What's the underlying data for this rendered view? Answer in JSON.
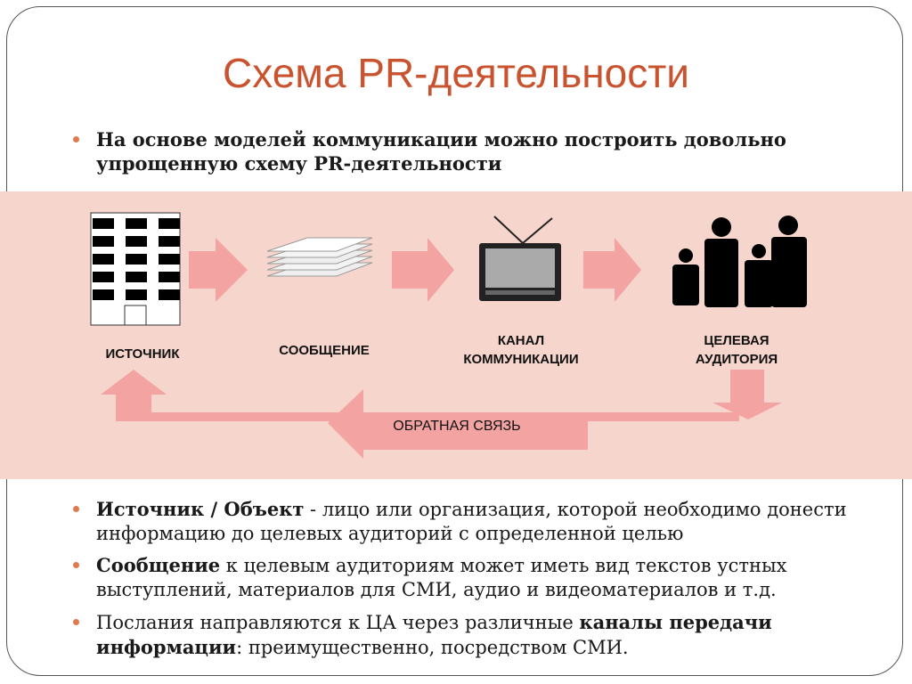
{
  "title": "Схема PR-деятельности",
  "intro": "На основе моделей коммуникации можно построить довольно упрощенную схему PR-деятельности",
  "diagram": {
    "source": "ИСТОЧНИК",
    "message": "СООБЩЕНИЕ",
    "channel_1": "КАНАЛ",
    "channel_2": "КОММУНИКАЦИИ",
    "audience_1": "ЦЕЛЕВАЯ",
    "audience_2": "АУДИТОРИЯ",
    "feedback": "ОБРАТНАЯ СВЯЗЬ"
  },
  "bullets": [
    {
      "bold": "Источник / Объект",
      "text": " - лицо или организация, которой необходимо донести информацию до целевых аудиторий с определенной целью"
    },
    {
      "bold": "Сообщение",
      "text": " к целевым аудиториям может иметь вид текстов устных выступлений, материалов для СМИ, аудио и видеоматериалов и т.д."
    },
    {
      "pre": "Послания направляются к ЦА через различные ",
      "bold": "каналы передачи информации",
      "text": ": преимущественно, посредством СМИ."
    }
  ]
}
